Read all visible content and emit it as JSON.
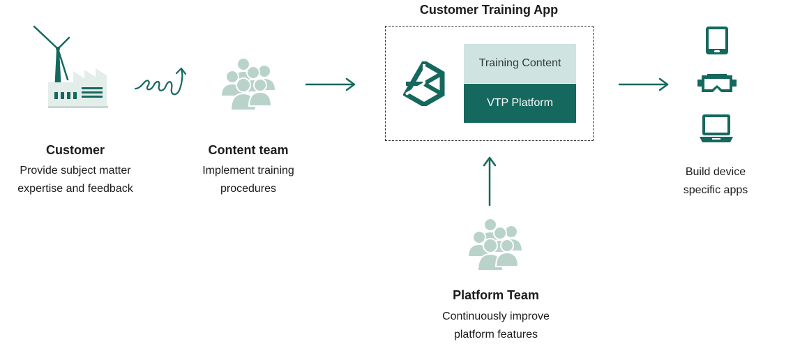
{
  "colors": {
    "accent": "#15685e",
    "light_teal": "#cfe3e0",
    "people": "#b9d3cb",
    "factory": "#e3eeea"
  },
  "customer": {
    "title": "Customer",
    "desc_line1": "Provide subject matter",
    "desc_line2": "expertise and feedback",
    "icon": "wind-turbine-factory-icon"
  },
  "content_team": {
    "title": "Content team",
    "desc_line1": "Implement training",
    "desc_line2": "procedures",
    "icon": "people-group-icon"
  },
  "app": {
    "title": "Customer Training App",
    "logo_icon": "unity-logo-icon",
    "content_label": "Training Content",
    "platform_label": "VTP Platform"
  },
  "platform_team": {
    "title": "Platform Team",
    "desc_line1": "Continuously improve",
    "desc_line2": "platform features",
    "icon": "people-group-icon"
  },
  "devices": {
    "desc_line1": "Build device",
    "desc_line2": "specific apps",
    "icons": [
      "tablet-icon",
      "vr-headset-icon",
      "laptop-icon"
    ]
  }
}
